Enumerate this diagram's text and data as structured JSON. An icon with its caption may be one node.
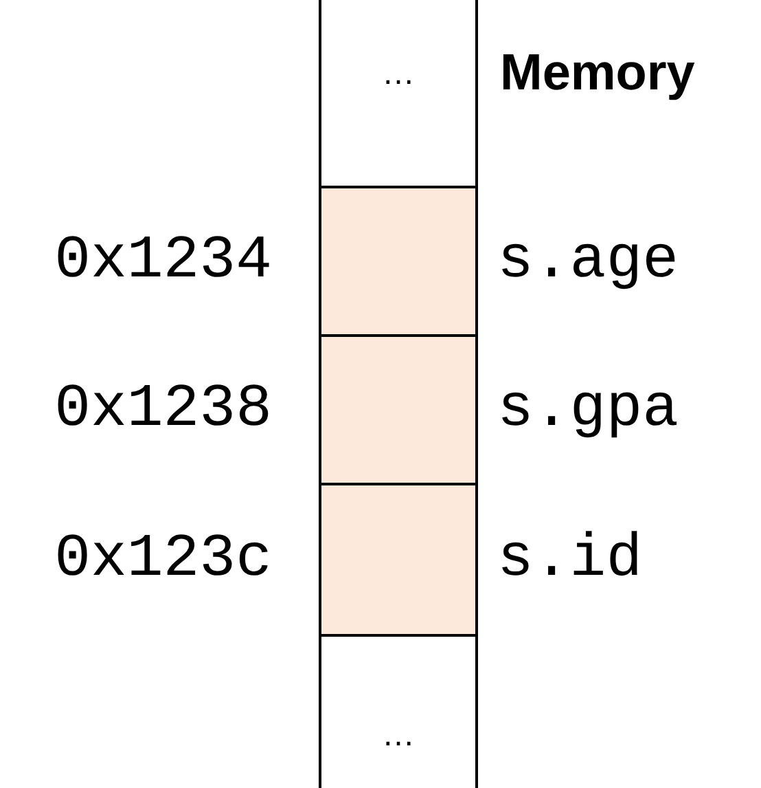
{
  "diagram": {
    "nodes": [
      {
        "text": [
          "…"
        ]
      },
      {
        "text": [],
        "shape": "box",
        "beside": [
          "0x1234",
          "s.age"
        ]
      },
      {
        "text": [],
        "shape": "box",
        "beside": [
          "0x1238",
          "s.gpa"
        ]
      },
      {
        "text": [],
        "shape": "box",
        "beside": [
          "0x123c",
          "s.id"
        ]
      },
      {
        "text": [
          "…"
        ]
      }
    ],
    "labels": [
      "Memory"
    ]
  }
}
